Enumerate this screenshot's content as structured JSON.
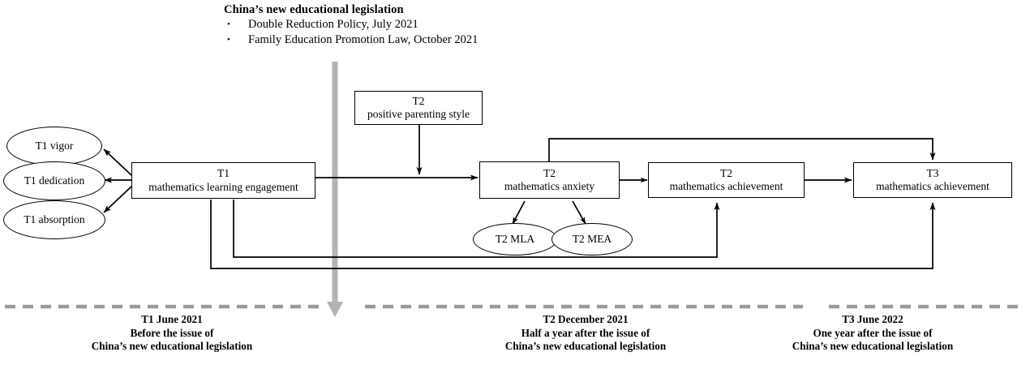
{
  "legend": {
    "title": "China’s new educational legislation",
    "bullet_glyph": "•",
    "items": [
      "Double Reduction Policy, July 2021",
      "Family Education Promotion Law, October 2021"
    ]
  },
  "nodes": {
    "t1_engagement": {
      "line1": "T1",
      "line2": "mathematics learning engagement"
    },
    "t2_parenting": {
      "line1": "T2",
      "line2": "positive parenting style"
    },
    "t2_anxiety": {
      "line1": "T2",
      "line2": "mathematics anxiety"
    },
    "t2_achievement": {
      "line1": "T2",
      "line2": "mathematics achievement"
    },
    "t3_achievement": {
      "line1": "T3",
      "line2": "mathematics achievement"
    }
  },
  "indicators": {
    "t1_vigor": "T1 vigor",
    "t1_dedication": "T1 dedication",
    "t1_absorption": "T1 absorption",
    "t2_mla": "T2 MLA",
    "t2_mea": "T2 MEA"
  },
  "timeline": {
    "legislation_arrow": "legislation-timeline-arrow",
    "waves": [
      {
        "label": "T1 June 2021",
        "line2": "Before the issue of",
        "line3": "China’s new educational legislation"
      },
      {
        "label": "T2 December 2021",
        "line2": "Half a year after the issue of",
        "line3": "China’s new educational legislation"
      },
      {
        "label": "T3 June 2022",
        "line2": "One year after the issue of",
        "line3": "China’s new educational legislation"
      }
    ]
  },
  "colors": {
    "stroke": "#000000",
    "legislation_arrow": "#b3b3b3",
    "dashed_divider": "#9a9a9a",
    "background": "#ffffff"
  }
}
